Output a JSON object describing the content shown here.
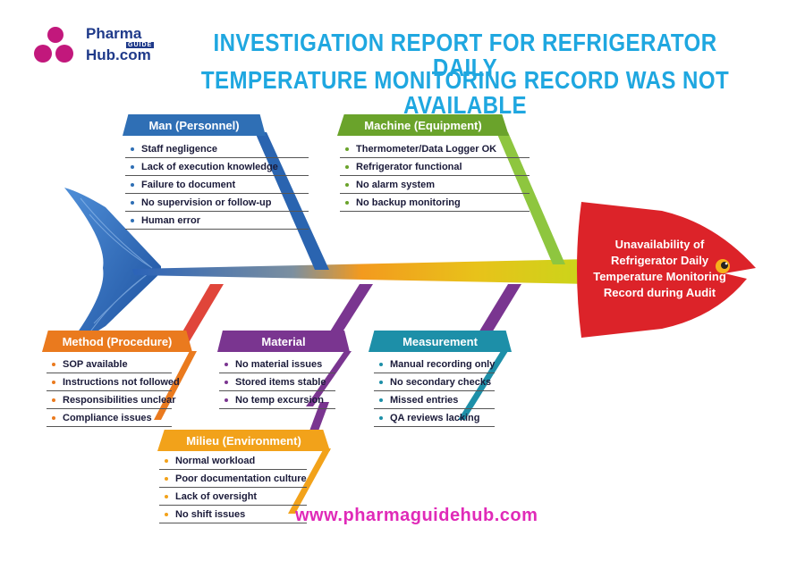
{
  "logo": {
    "line1": "Pharma",
    "line2": "GUIDE",
    "line3": "Hub.com"
  },
  "title": {
    "line1": "INVESTIGATION REPORT FOR REFRIGERATOR DAILY",
    "line2": "TEMPERATURE MONITORING RECORD WAS NOT AVAILABLE"
  },
  "problem": {
    "lines": [
      "Unavailability of",
      "Refrigerator Daily",
      "Temperature Monitoring",
      "Record during Audit"
    ]
  },
  "categories": {
    "man": {
      "title": "Man (Personnel)",
      "color": "#2f6fb5",
      "items": [
        "Staff negligence",
        "Lack of execution knowledge",
        "Failure to document",
        "No supervision or follow-up",
        "Human error"
      ]
    },
    "machine": {
      "title": "Machine (Equipment)",
      "color": "#6aa32b",
      "items": [
        "Thermometer/Data Logger OK",
        "Refrigerator functional",
        "No alarm system",
        "No backup monitoring"
      ]
    },
    "method": {
      "title": "Method (Procedure)",
      "color": "#ea7a1e",
      "items": [
        "SOP available",
        "Instructions not followed",
        "Responsibilities unclear",
        "Compliance issues"
      ]
    },
    "material": {
      "title": "Material",
      "color": "#7a3590",
      "items": [
        "No material issues",
        "Stored items stable",
        "No temp excursion"
      ]
    },
    "measurement": {
      "title": "Measurement",
      "color": "#1d8fa8",
      "items": [
        "Manual recording only",
        "No secondary checks",
        "Missed entries",
        "QA reviews lacking"
      ]
    },
    "milieu": {
      "title": "Milieu (Environment)",
      "color": "#f2a21a",
      "items": [
        "Normal workload",
        "Poor documentation culture",
        "Lack of oversight",
        "No shift issues"
      ]
    }
  },
  "footer": {
    "url": "www.pharmaguidehub.com"
  }
}
